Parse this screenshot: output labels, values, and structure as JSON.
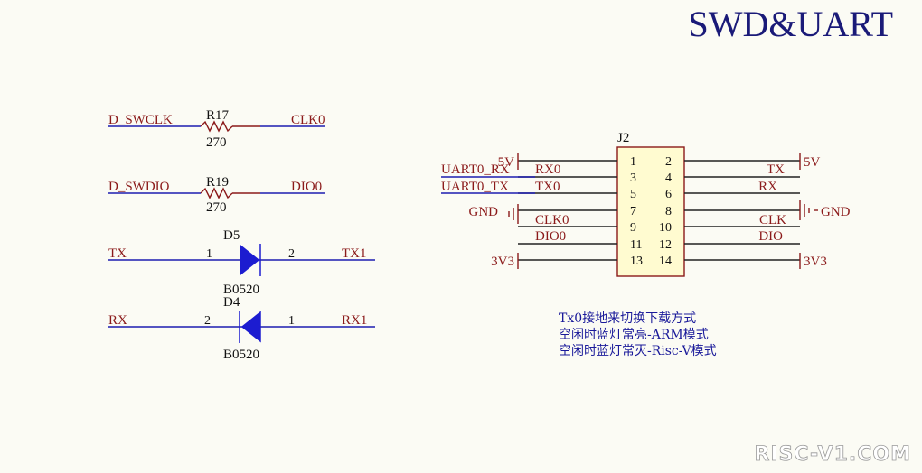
{
  "title": "SWD&UART",
  "left": {
    "r17": {
      "net_in": "D_SWCLK",
      "ref": "R17",
      "value": "270",
      "net_out": "CLK0"
    },
    "r19": {
      "net_in": "D_SWDIO",
      "ref": "R19",
      "value": "270",
      "net_out": "DIO0"
    },
    "d5": {
      "net_in": "TX",
      "ref": "D5",
      "pin_a": "1",
      "pin_b": "2",
      "part": "B0520",
      "net_out": "TX1"
    },
    "d4": {
      "net_in": "RX",
      "ref": "D4",
      "pin_a": "2",
      "pin_b": "1",
      "part": "B0520",
      "net_out": "RX1"
    }
  },
  "connector": {
    "ref": "J2",
    "pins_left": [
      "1",
      "3",
      "5",
      "7",
      "9",
      "11",
      "13"
    ],
    "pins_right": [
      "2",
      "4",
      "6",
      "8",
      "10",
      "12",
      "14"
    ],
    "left_power": {
      "pin1": "5V",
      "pin7": "GND",
      "pin13": "3V3"
    },
    "left_nets": {
      "pin3_outer": "UART0_RX",
      "pin3_inner": "RX0",
      "pin5_outer": "UART0_TX",
      "pin5_inner": "TX0",
      "pin9": "CLK0",
      "pin11": "DIO0"
    },
    "right_nets": {
      "pin4": "TX",
      "pin6": "RX",
      "pin10": "CLK",
      "pin12": "DIO"
    },
    "right_power": {
      "pin2": "5V",
      "pin8": "GND",
      "pin14": "3V3"
    }
  },
  "notes": [
    "Tx0接地来切换下载方式",
    "空闲时蓝灯常亮-ARM模式",
    "空闲时蓝灯常灭-Risc-V模式"
  ],
  "watermark": "RISC-V1.COM",
  "colors": {
    "title": "#1a1a78",
    "net_label": "#8b1a1a",
    "wire": "#1c1cb0",
    "diode": "#1c1cd0",
    "note": "#1a1a9a",
    "connector_fill": "#fffbd0"
  }
}
